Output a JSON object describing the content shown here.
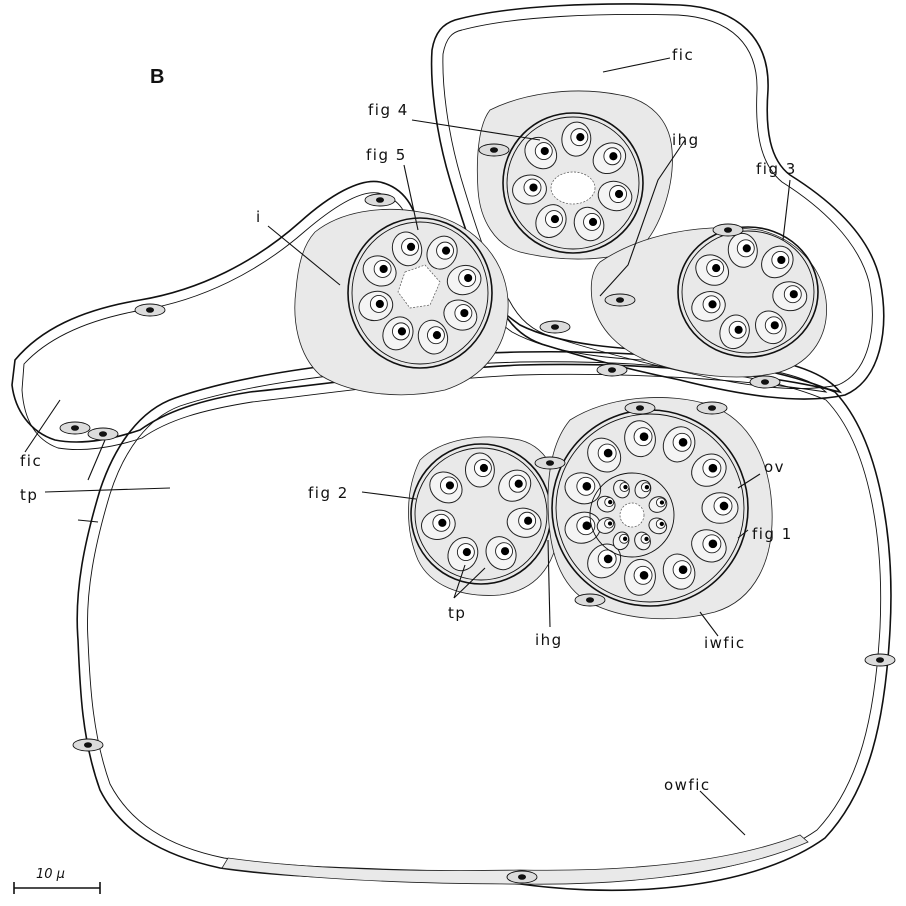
{
  "panel_label": "B",
  "scale_bar": {
    "label": "10 µ"
  },
  "labels": {
    "fic_top": "fic",
    "fic_left": "fic",
    "fig1": "fig 1",
    "fig2": "fig 2",
    "fig3": "fig 3",
    "fig4": "fig 4",
    "fig5": "fig 5",
    "ihg_top": "ihg",
    "ihg_bottom": "ihg",
    "i": "i",
    "ov": "ov",
    "tp_left": "tp",
    "tp_bottom": "tp",
    "iwfic": "iwfic",
    "owfic": "owfic"
  },
  "colors": {
    "ink": "#111111",
    "background": "#ffffff",
    "stipple": "#e9e9e9"
  }
}
